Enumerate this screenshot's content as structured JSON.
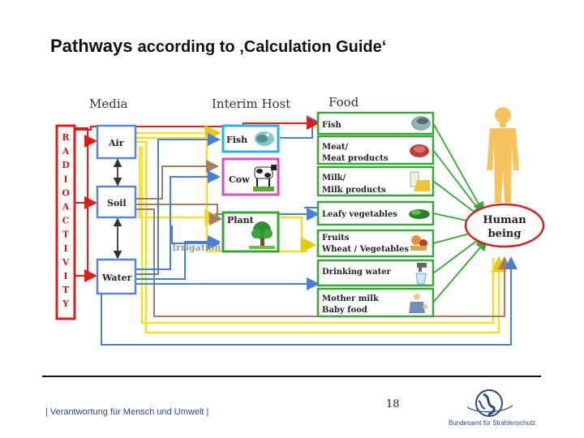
{
  "slide": {
    "title_bold": "Pathways",
    "title_rest": "according to ‚Calculation Guide‘",
    "page_number": "18",
    "footer_left": "| Verantwortung für Mensch und Umwelt |",
    "footer_right": "Bundesamt für Strahlenschutz"
  },
  "diagram": {
    "headers": {
      "media": "Media",
      "interim_host": "Interim Host",
      "food": "Food"
    },
    "radioactivity_letters": [
      "R",
      "A",
      "D",
      "I",
      "O",
      "A",
      "C",
      "T",
      "I",
      "V",
      "I",
      "T",
      "Y"
    ],
    "media": [
      "Air",
      "Soil",
      "Water"
    ],
    "interim_hosts": [
      "Fish",
      "Cow",
      "Plant"
    ],
    "irrigation_label": "Irrigation",
    "foods": [
      {
        "line1": "Fish",
        "line2": ""
      },
      {
        "line1": "Meat/",
        "line2": "Meat products"
      },
      {
        "line1": "Milk/",
        "line2": "Milk products"
      },
      {
        "line1": "Leafy vegetables",
        "line2": ""
      },
      {
        "line1": "Fruits",
        "line2": "Wheat / Vegetables"
      },
      {
        "line1": "Drinking water",
        "line2": ""
      },
      {
        "line1": "Mother milk",
        "line2": "Baby food"
      }
    ],
    "target": {
      "line1": "Human",
      "line2": "being"
    },
    "colors": {
      "red": "#d91e1e",
      "blue": "#4a7fd4",
      "yellow": "#f2e02a",
      "brown": "#a47d62",
      "green": "#3aa63a",
      "cyan": "#27b4d6",
      "pink": "#d94fbf",
      "human_border": "#d22222",
      "body_fill": "#f6c45e"
    }
  }
}
